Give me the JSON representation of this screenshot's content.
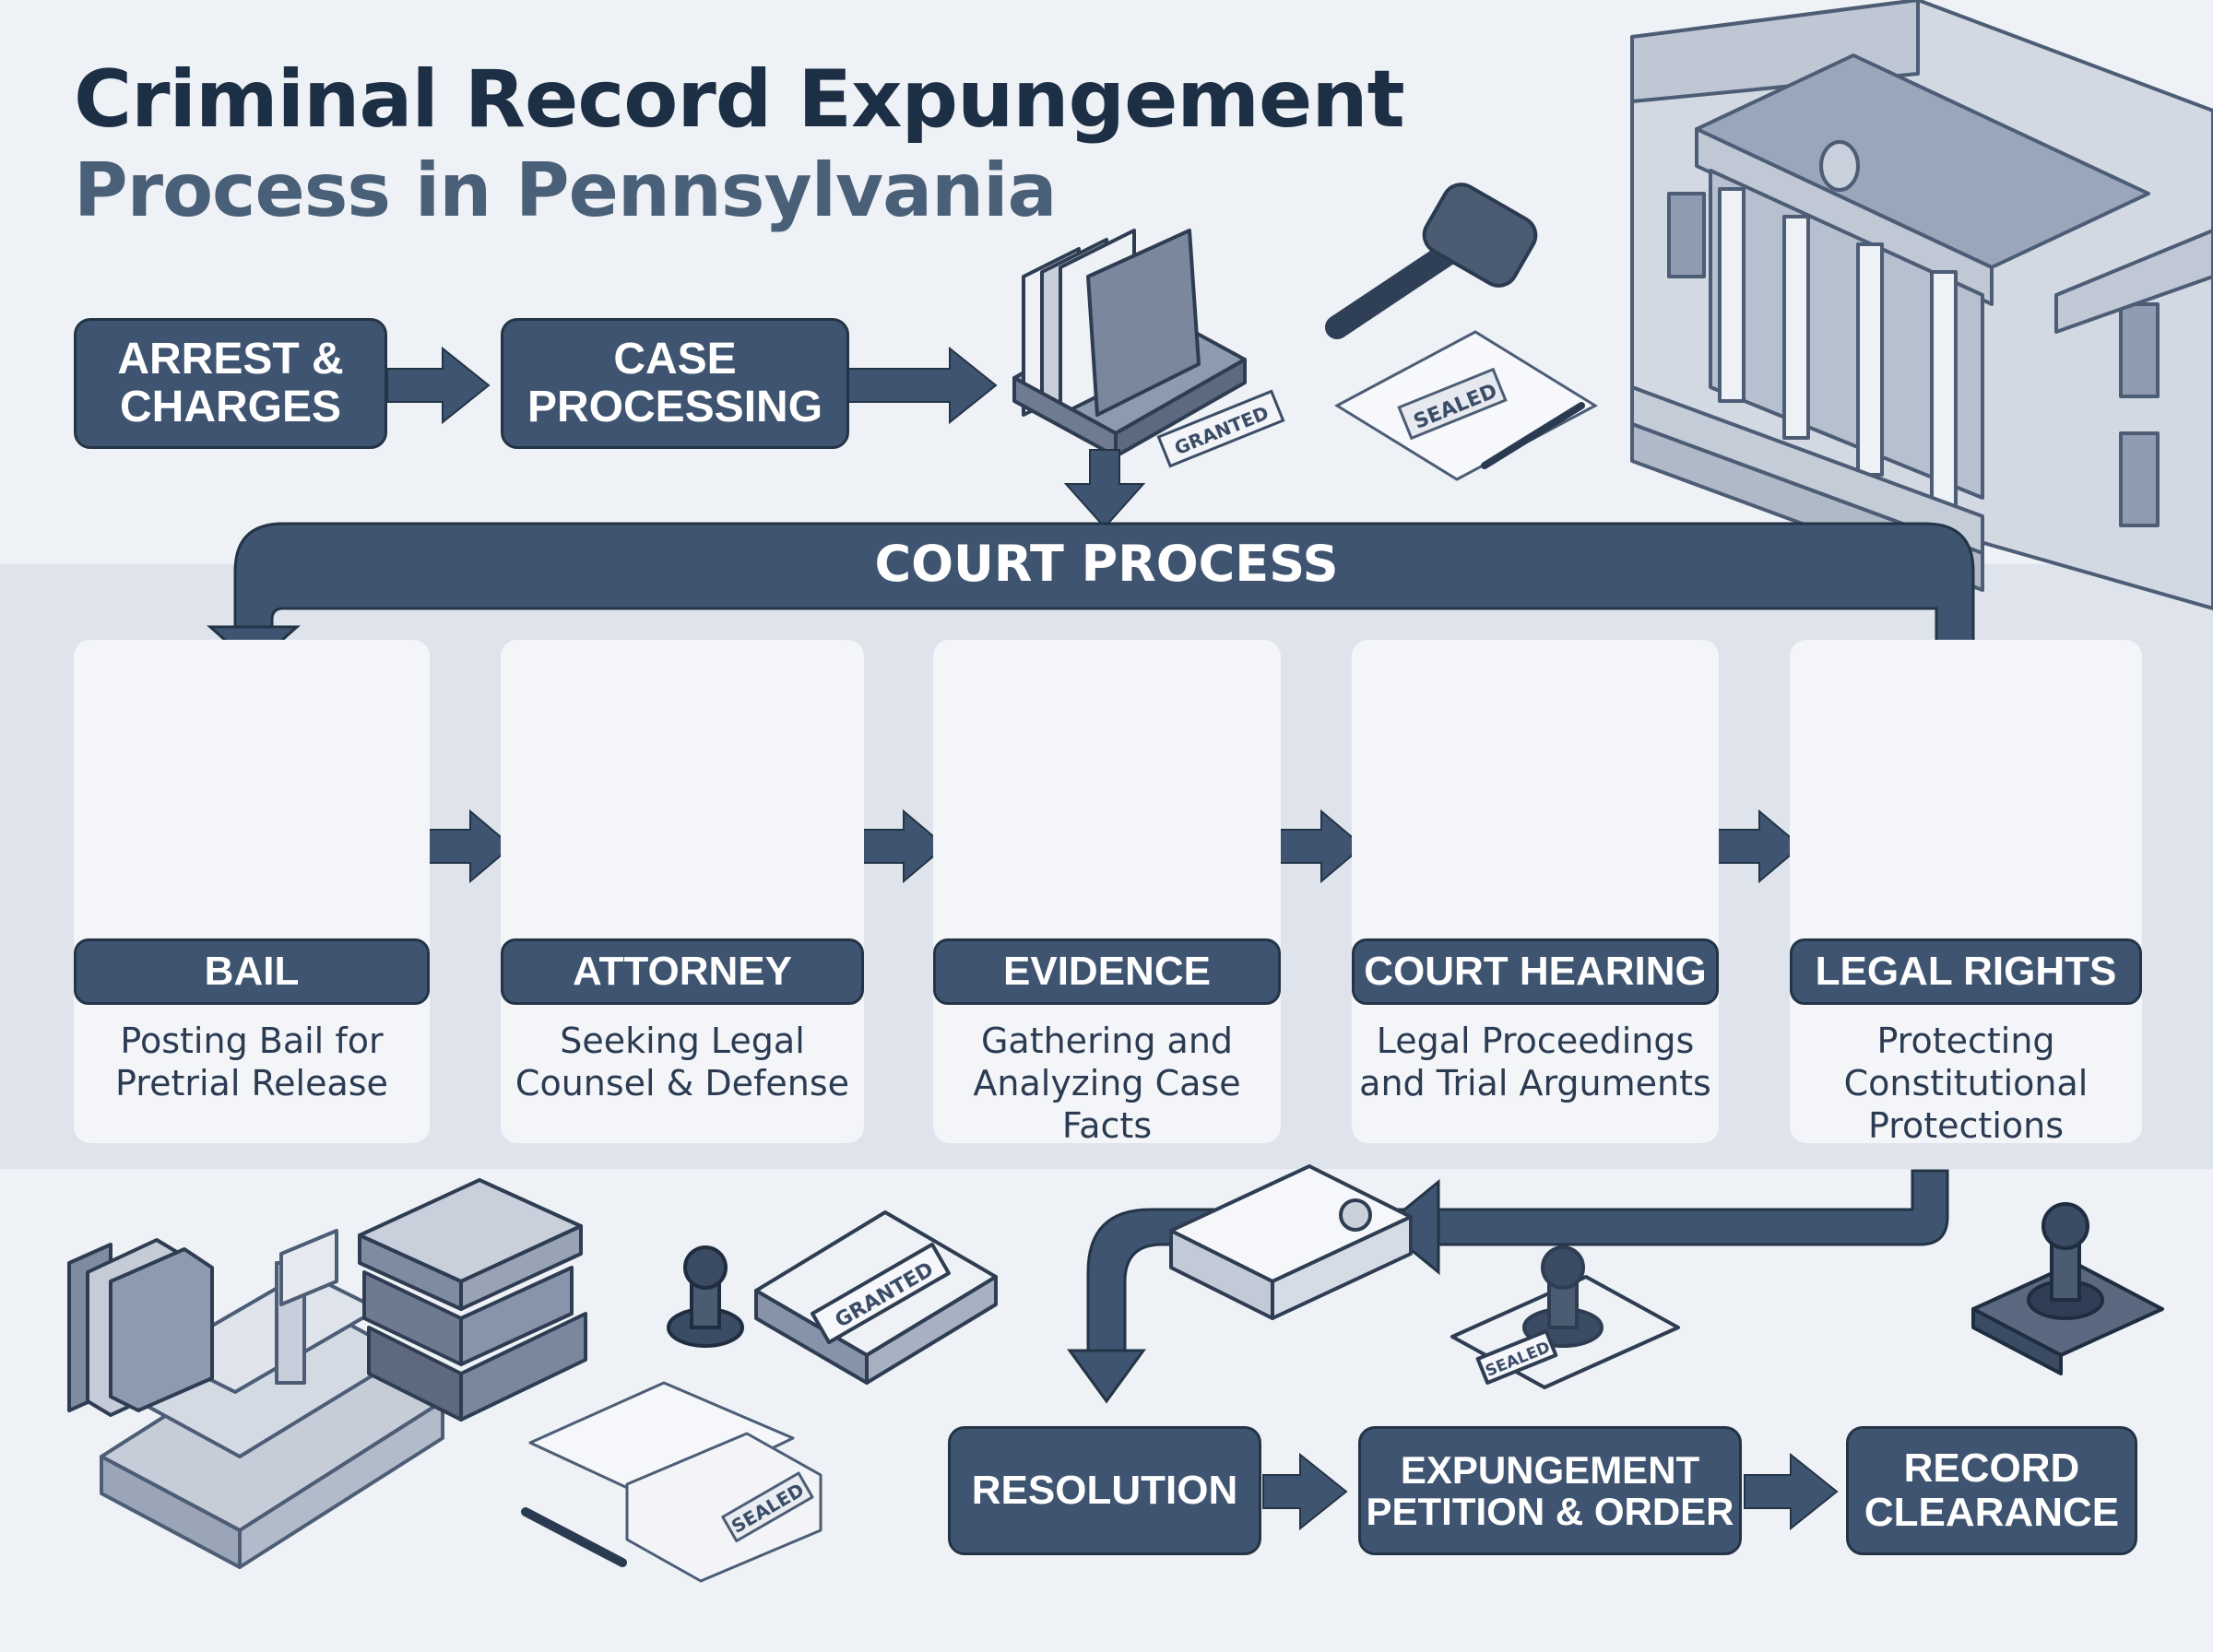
{
  "title": {
    "line1": "Criminal  Record Expungement",
    "line2": "Process in Pennsylvania"
  },
  "top_flow": [
    {
      "label": "ARREST &\nCHARGES"
    },
    {
      "label": "CASE\nPROCESSING"
    }
  ],
  "court_process": {
    "label": "COURT PROCESS",
    "steps": [
      {
        "label": "BAIL",
        "description": "Posting Bail for\nPretrial Release",
        "icon": "handcuffs-icon"
      },
      {
        "label": "ATTORNEY",
        "description": "Seeking Legal\nCounsel & Defense",
        "icon": "briefcase-icon"
      },
      {
        "label": "EVIDENCE",
        "description": "Gathering and\nAnalyzing Case\nFacts",
        "icon": "magnifier-documents-icon"
      },
      {
        "label": "COURT HEARING",
        "description": "Legal Proceedings\nand Trial Arguments",
        "icon": "podium-icon"
      },
      {
        "label": "LEGAL RIGHTS",
        "description": "Protecting\nConstitutional\nProtections",
        "icon": "shield-scales-icon"
      }
    ]
  },
  "bottom_flow": [
    {
      "label": "RESOLUTION"
    },
    {
      "label": "EXPUNGEMENT\nPETITION & ORDER"
    },
    {
      "label": "RECORD\nCLEARANCE"
    }
  ],
  "stamps": {
    "granted": "GRANTED",
    "sealed": "SEALED"
  },
  "icons": [
    "courthouse-icon",
    "gavel-icon",
    "file-folders-icon",
    "stamp-icon",
    "book-stack-icon",
    "pen-icon"
  ],
  "colors": {
    "primary": "#3f5470",
    "primary_dark": "#233446",
    "background": "#eef1f6",
    "band": "#dfe4ec",
    "title": "#1d2f45",
    "subtitle": "#4a5f78"
  }
}
